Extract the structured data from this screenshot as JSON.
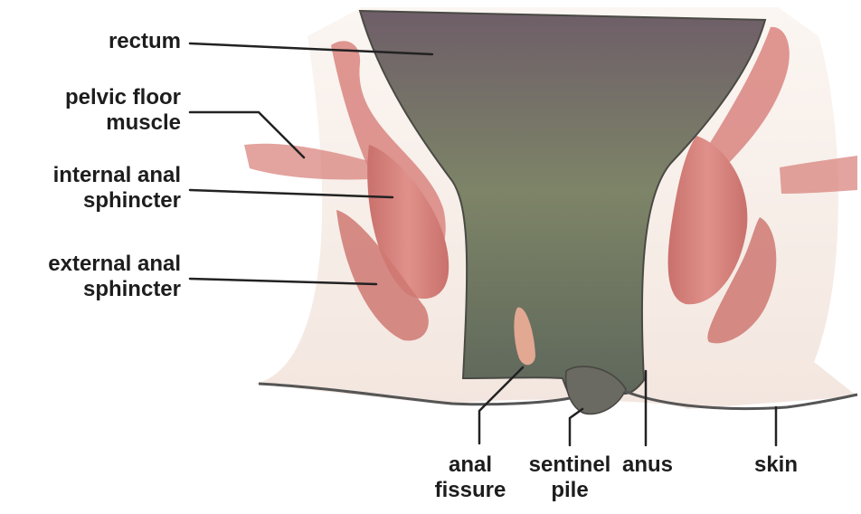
{
  "labels": {
    "rectum": "rectum",
    "pelvic_floor_muscle": [
      "pelvic floor",
      "muscle"
    ],
    "internal_anal_sphincter": [
      "internal anal",
      "sphincter"
    ],
    "external_anal_sphincter": [
      "external anal",
      "sphincter"
    ],
    "anal_fissure": [
      "anal",
      "fissure"
    ],
    "sentinel_pile": [
      "sentinel",
      "pile"
    ],
    "anus": "anus",
    "skin": "skin"
  },
  "colors": {
    "background": "#ffffff",
    "rectum_top": "#6e5e68",
    "rectum_mid": "#7d8467",
    "rectum_bottom": "#5c655a",
    "muscle": "#d9847f",
    "muscle_dark": "#b8625e",
    "skin_tone": "#f6ede8",
    "leader_line": "#222222",
    "label_text": "#1d1d1d"
  }
}
